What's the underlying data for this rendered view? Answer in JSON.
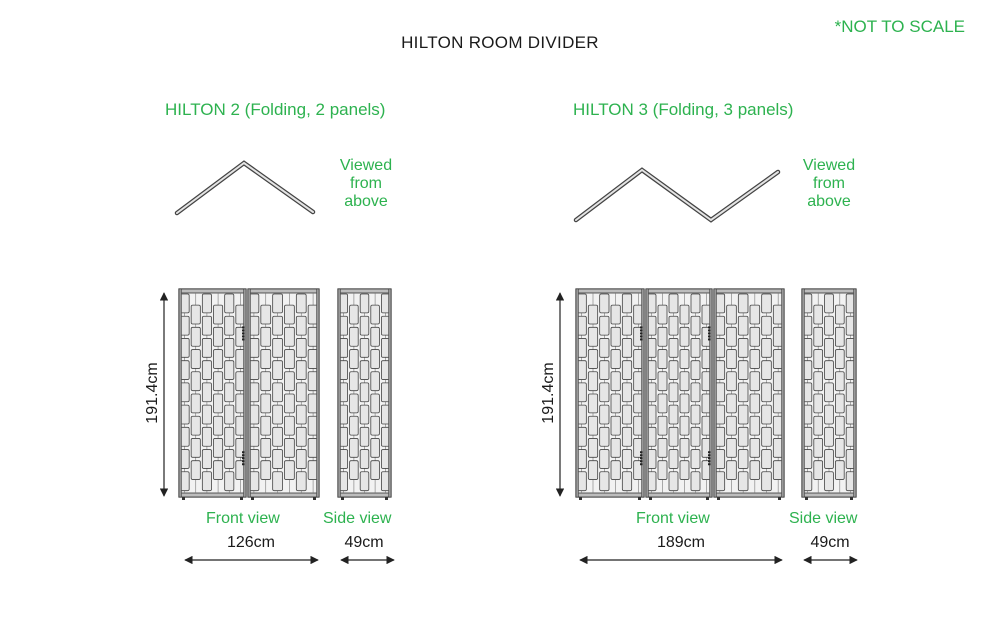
{
  "title": "HILTON ROOM DIVIDER",
  "scale_note": "*NOT TO SCALE",
  "left": {
    "subtitle": "HILTON 2 (Folding, 2 panels)",
    "viewed_above": [
      "Viewed",
      "from",
      "above"
    ],
    "height": "191.4cm",
    "front_label": "Front view",
    "side_label": "Side view",
    "front_width": "126cm",
    "side_width": "49cm"
  },
  "right": {
    "subtitle": "HILTON 3 (Folding, 3 panels)",
    "viewed_above": [
      "Viewed",
      "from",
      "above"
    ],
    "height": "191.4cm",
    "front_label": "Front view",
    "side_label": "Side view",
    "front_width": "189cm",
    "side_width": "49cm"
  },
  "colors": {
    "accent": "#2db24f",
    "line": "#333333",
    "panel": "#e8e8e8"
  }
}
